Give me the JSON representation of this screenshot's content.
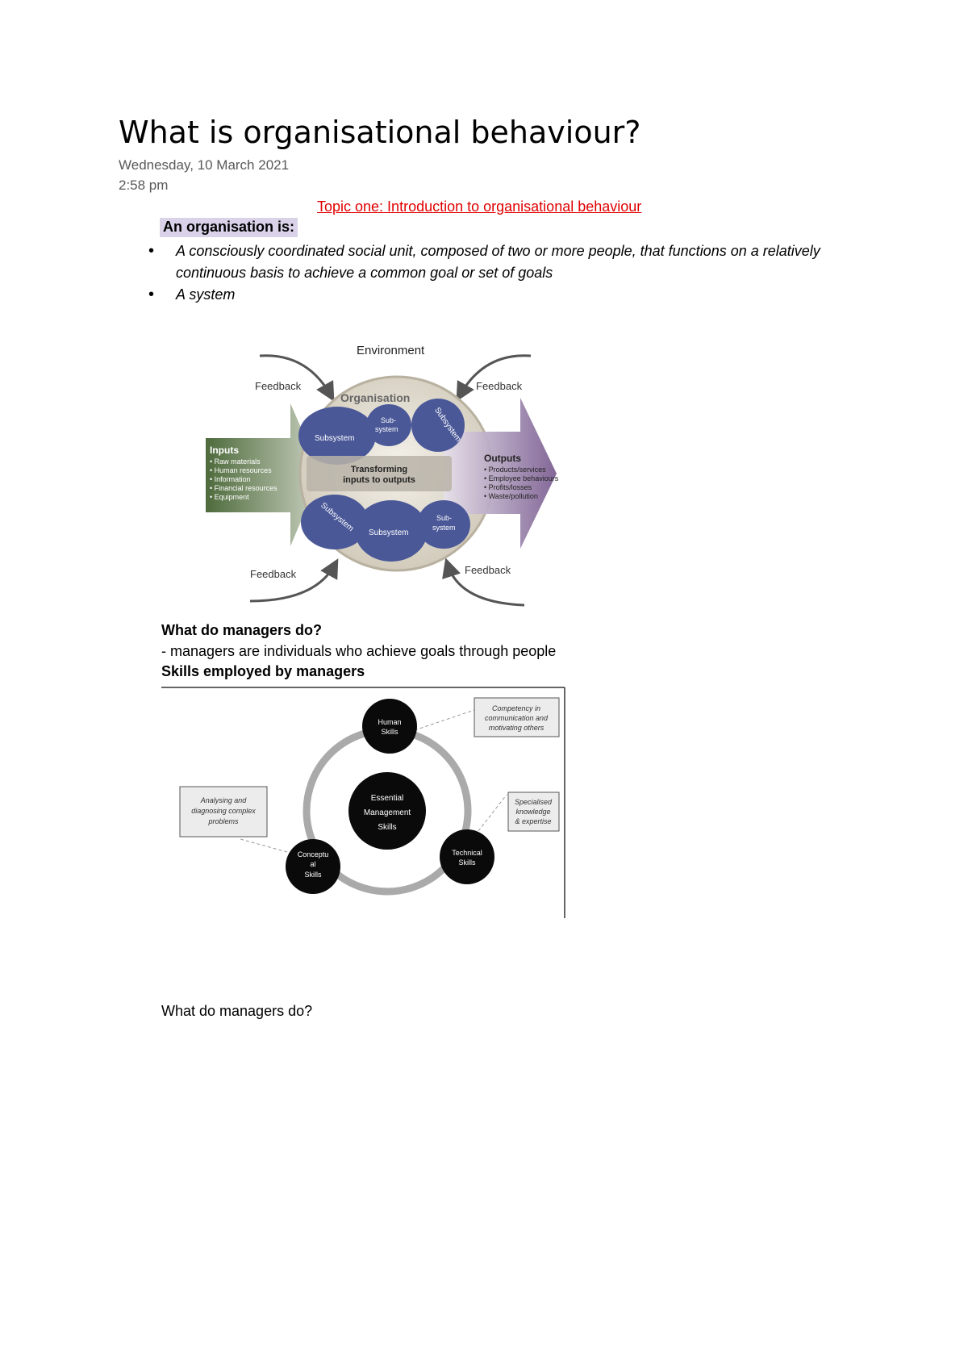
{
  "title": "What is organisational behaviour?",
  "date": "Wednesday, 10 March 2021",
  "time": "2:58 pm",
  "topic": "Topic one: Introduction to organisational behaviour",
  "definition_heading": "An organisation is:",
  "bullets": [
    "A consciously coordinated social unit, composed of two or more people, that functions on a relatively continuous basis to achieve a common goal or set of goals",
    "A system"
  ],
  "systems_diagram": {
    "environment": "Environment",
    "feedback": "Feedback",
    "organisation": "Organisation",
    "subsystem": "Subsystem",
    "sub": "Sub-",
    "system": "system",
    "transforming_line1": "Transforming",
    "transforming_line2": "inputs to outputs",
    "inputs_title": "Inputs",
    "inputs": [
      "• Raw materials",
      "• Human resources",
      "• Information",
      "• Financial resources",
      "• Equipment"
    ],
    "outputs_title": "Outputs",
    "outputs": [
      "• Products/services",
      "• Employee behaviours",
      "• Profits/losses",
      "• Waste/pollution"
    ],
    "colors": {
      "inputs_arrow": "#4e6b3c",
      "outputs_arrow": "#7c5f92",
      "subsystem": "#4a5898"
    }
  },
  "q1": "What do managers do?",
  "answer": "- managers are individuals who achieve goals through people",
  "skills_heading": "Skills employed by managers",
  "skills_diagram": {
    "center": [
      "Essential",
      "Management",
      "Skills"
    ],
    "human": [
      "Human",
      "Skills"
    ],
    "technical": [
      "Technical",
      "Skills"
    ],
    "conceptual": [
      "Conceptu",
      "al",
      "Skills"
    ],
    "human_note": [
      "Competency in",
      "communication and",
      "motivating others"
    ],
    "technical_note": [
      "Specialised",
      "knowledge",
      "& expertise"
    ],
    "conceptual_note": [
      "Analysing and",
      "diagnosing complex",
      "problems"
    ]
  },
  "q2": "What do managers do?"
}
